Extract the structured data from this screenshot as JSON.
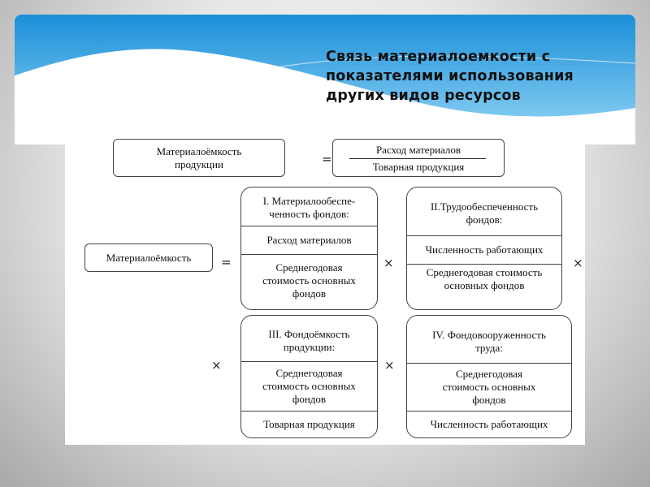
{
  "slide": {
    "title_lines": [
      "Связь материалоемкости с",
      "показателями использования",
      "других видов ресурсов"
    ]
  },
  "formula_top": {
    "left": "Материалоёмкость продукции",
    "equals": "=",
    "numerator": "Расход материалов",
    "denominator": "Товарная продукция"
  },
  "formula_main": {
    "left": "Материалоёмкость",
    "equals": "=",
    "times": "×"
  },
  "factors": [
    {
      "heading_1": "I. Материалообеспе-",
      "heading_2": "ченность фондов:",
      "numerator": "Расход материалов",
      "denominator": "Среднегодовая стоимость основных фондов"
    },
    {
      "heading_1": "II.Трудообеспеченность",
      "heading_2": "фондов:",
      "numerator": "Численность работающих",
      "denominator": "Среднегодовая стоимость основных фондов"
    },
    {
      "heading_1": "III. Фондоёмкость",
      "heading_2": "продукции:",
      "numerator": "Среднегодовая стоимость основных фондов",
      "denominator": "Товарная продукция"
    },
    {
      "heading_1": "IV. Фондовооруженность",
      "heading_2": "труда:",
      "numerator": "Среднегодовая стоимость основных фондов",
      "denominator": "Численность работающих"
    }
  ]
}
